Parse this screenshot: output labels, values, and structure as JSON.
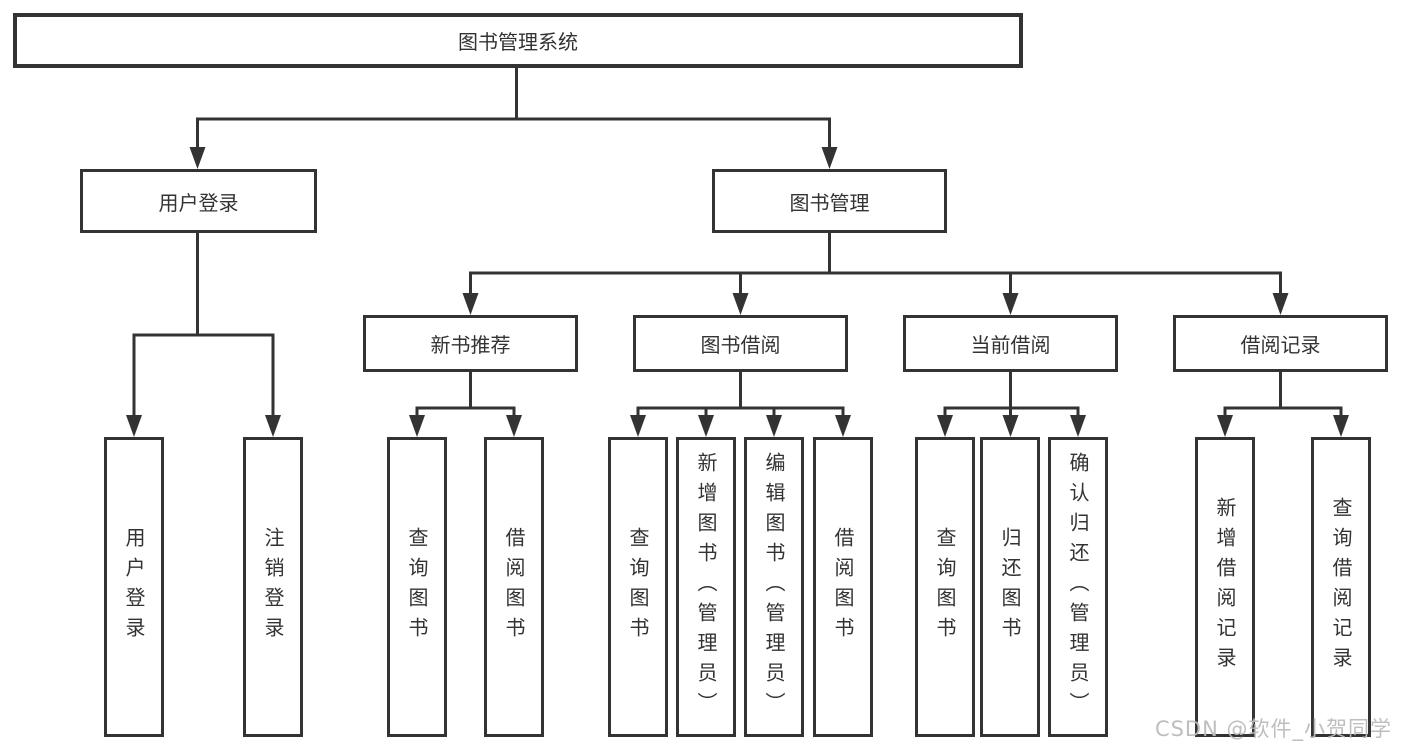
{
  "diagram": {
    "root": {
      "label": "图书管理系统"
    },
    "level2": [
      {
        "label": "用户登录"
      },
      {
        "label": "图书管理"
      }
    ],
    "level3": [
      {
        "label": "新书推荐",
        "parent": "图书管理"
      },
      {
        "label": "图书借阅",
        "parent": "图书管理"
      },
      {
        "label": "当前借阅",
        "parent": "图书管理"
      },
      {
        "label": "借阅记录",
        "parent": "图书管理"
      }
    ],
    "leaves": [
      {
        "label": "用户登录",
        "parent": "用户登录"
      },
      {
        "label": "注销登录",
        "parent": "用户登录"
      },
      {
        "label": "查询图书",
        "parent": "新书推荐"
      },
      {
        "label": "借阅图书",
        "parent": "新书推荐"
      },
      {
        "label": "查询图书",
        "parent": "图书借阅"
      },
      {
        "label": "新增图书（管理员）",
        "parent": "图书借阅"
      },
      {
        "label": "编辑图书（管理员）",
        "parent": "图书借阅"
      },
      {
        "label": "借阅图书",
        "parent": "图书借阅"
      },
      {
        "label": "查询图书",
        "parent": "当前借阅"
      },
      {
        "label": "归还图书",
        "parent": "当前借阅"
      },
      {
        "label": "确认归还（管理员）",
        "parent": "当前借阅"
      },
      {
        "label": "新增借阅记录",
        "parent": "借阅记录"
      },
      {
        "label": "查询借阅记录",
        "parent": "借阅记录"
      }
    ]
  },
  "watermark": {
    "text": "CSDN @软件_小贺同学"
  },
  "colors": {
    "line": "#333333",
    "box_border": "#333333",
    "text": "#333333",
    "watermark_text": "#bababa",
    "background": "#ffffff"
  }
}
